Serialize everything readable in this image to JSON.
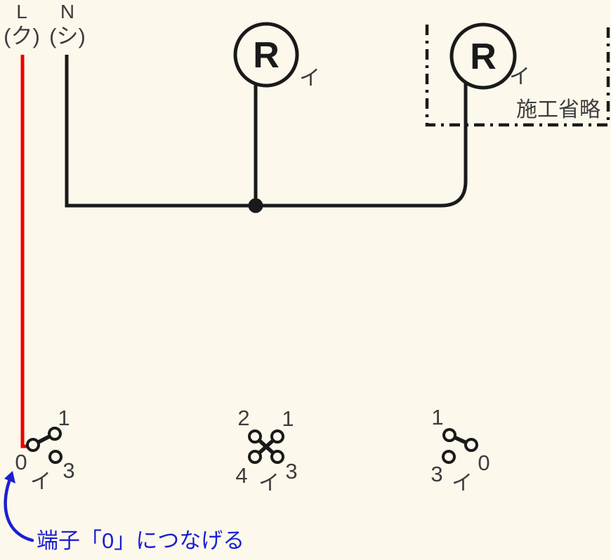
{
  "colors": {
    "background": "#fdf8ec",
    "wire_black": "#1a1a1a",
    "wire_red": "#ee0000",
    "label_gray": "#3d3d3d",
    "annotation_blue": "#1b1fd1"
  },
  "power_source": {
    "live": {
      "label": "L",
      "kana": "(ク)"
    },
    "neutral": {
      "label": "N",
      "kana": "(シ)"
    }
  },
  "lamps": [
    {
      "symbol": "R",
      "circuit": "イ"
    },
    {
      "symbol": "R",
      "circuit": "イ"
    }
  ],
  "omission_box": {
    "label": "施工省略"
  },
  "switches": [
    {
      "terminals": {
        "t1": "1",
        "t0": "0",
        "t3": "3"
      },
      "circuit": "イ"
    },
    {
      "terminals": {
        "t2": "2",
        "t1": "1",
        "t4": "4",
        "t3": "3"
      },
      "circuit": "イ"
    },
    {
      "terminals": {
        "t1": "1",
        "t0": "0",
        "t3": "3"
      },
      "circuit": "イ"
    }
  ],
  "annotation": {
    "label": "端子「0」につなげる"
  }
}
